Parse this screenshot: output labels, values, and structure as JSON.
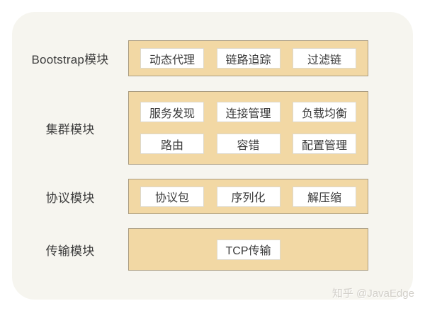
{
  "colors": {
    "page_bg": "#ffffff",
    "card_bg": "#f6f5ef",
    "band_bg": "#f2d8a4",
    "band_border": "#aa9c80",
    "box_bg": "#ffffff",
    "box_border": "#ded9cb",
    "text_color": "#3b3b3b",
    "watermark_color": "#d2cfc9"
  },
  "diagram": {
    "rows": [
      {
        "label": "Bootstrap模块",
        "box_rows": [
          [
            "动态代理",
            "链路追踪",
            "过滤链"
          ]
        ]
      },
      {
        "label": "集群模块",
        "box_rows": [
          [
            "服务发现",
            "连接管理",
            "负载均衡"
          ],
          [
            "路由",
            "容错",
            "配置管理"
          ]
        ]
      },
      {
        "label": "协议模块",
        "box_rows": [
          [
            "协议包",
            "序列化",
            "解压缩"
          ]
        ]
      },
      {
        "label": "传输模块",
        "box_rows": [
          [
            "TCP传输"
          ]
        ]
      }
    ]
  },
  "watermark": {
    "text": "知乎 @JavaEdge"
  }
}
